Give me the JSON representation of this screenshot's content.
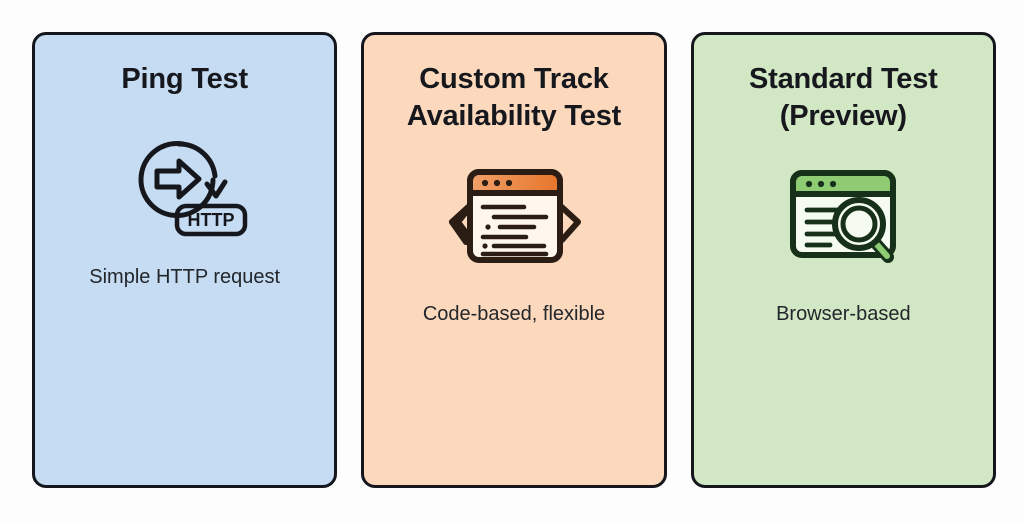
{
  "page": {
    "background_color": "#fdfdfd",
    "layout": "three-column-comparison-cards"
  },
  "cards": [
    {
      "title": "Ping Test",
      "title_lines": [
        "Ping Test"
      ],
      "caption": "Simple HTTP request",
      "icon_name": "http-ping-loop-icon",
      "icon_badge_label": "HTTP",
      "fill_color": "#c5dcf2",
      "border_color": "#15171c",
      "accent_color": "#15171c"
    },
    {
      "title": "Custom Track Availability Test",
      "title_lines": [
        "Custom Track",
        "Availability Test"
      ],
      "caption": "Code-based, flexible",
      "icon_name": "code-window-icon",
      "icon_badge_label": "",
      "fill_color": "#fcd9bd",
      "border_color": "#15171c",
      "accent_color": "#e8823c"
    },
    {
      "title": "Standard Test (Preview)",
      "title_lines": [
        "Standard Test",
        "(Preview)"
      ],
      "caption": "Browser-based",
      "icon_name": "browser-search-icon",
      "icon_badge_label": "",
      "fill_color": "#d2e7c4",
      "border_color": "#15171c",
      "accent_color": "#7cc262"
    }
  ]
}
